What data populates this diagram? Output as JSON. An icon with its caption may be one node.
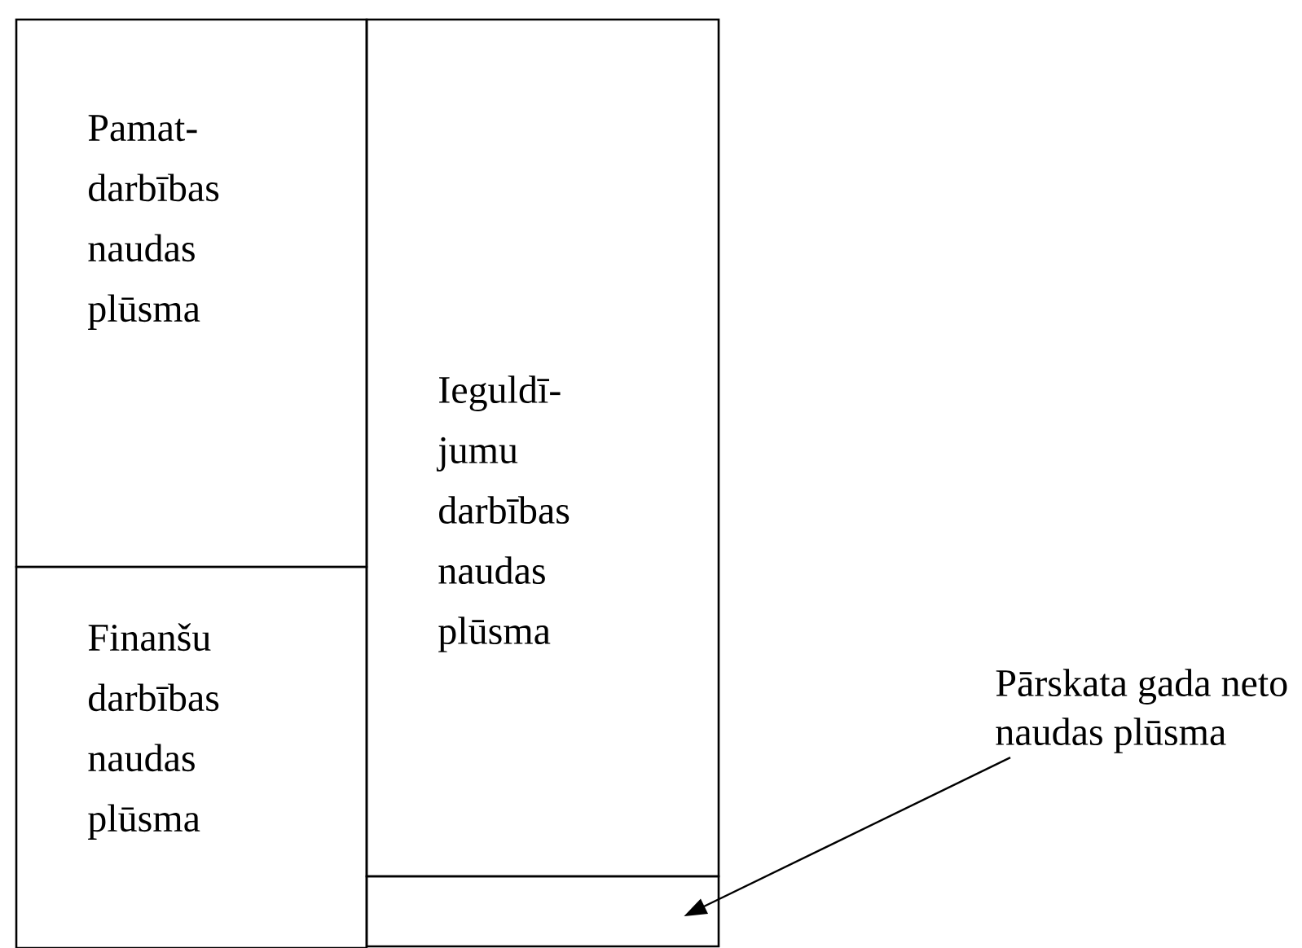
{
  "diagram": {
    "nodes": [
      {
        "text": [
          "Pamat- darbības naudas plūsma"
        ]
      },
      {
        "text": [
          "Finanšu darbības naudas plūsma"
        ]
      },
      {
        "text": [
          "Ieguldī- jumu darbības naudas plūsma"
        ]
      },
      {
        "text": [],
        "shape": "box"
      },
      {
        "text": [
          "Pārskata gada neto naudas plūsma"
        ]
      }
    ],
    "edges": [
      {
        "from": 4,
        "to": 3,
        "arrow": "to"
      }
    ]
  }
}
